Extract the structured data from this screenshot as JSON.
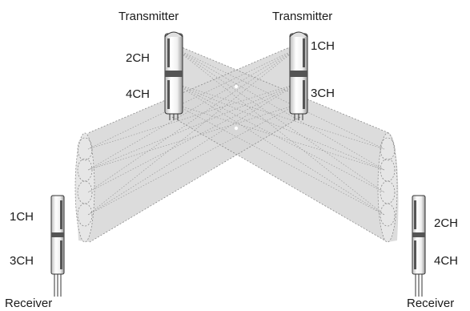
{
  "labels": {
    "transmitter_left": "Transmitter",
    "transmitter_right": "Transmitter",
    "tx_left_upper": "2CH",
    "tx_left_lower": "4CH",
    "tx_right_upper": "1CH",
    "tx_right_lower": "3CH",
    "rx_left_upper": "1CH",
    "rx_left_lower": "3CH",
    "rx_right_upper": "2CH",
    "rx_right_lower": "4CH",
    "receiver_left": "Receiver",
    "receiver_right": "Receiver"
  },
  "colors": {
    "beam_fill": "#d6d6d6",
    "beam_edge": "#8a8a8a",
    "device_body": "#ffffff",
    "device_dark": "#4a4a4a",
    "text": "#1a1a1a"
  }
}
